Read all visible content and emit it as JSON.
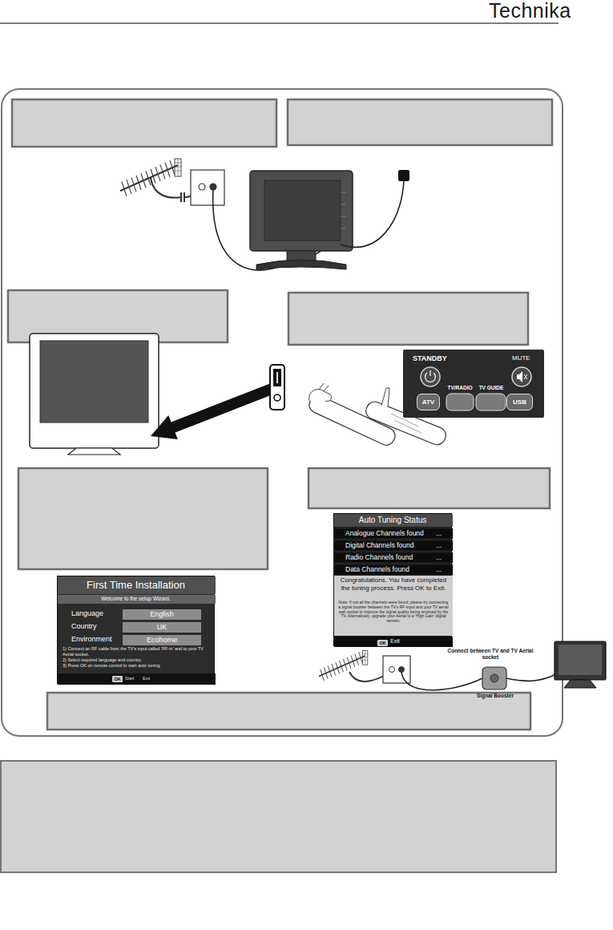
{
  "diagram": {
    "nodes": [
      {
        "text": [
          "STANDBY",
          "MUTE",
          "TV/RADIO",
          "TV GUIDE"
        ]
      },
      {
        "text": [
          "ATV"
        ],
        "in": 0
      },
      {
        "text": [
          "USB"
        ],
        "in": 0
      },
      {
        "text": [
          "First Time Installation",
          "Welcome to the setup Wizard.",
          "Language",
          "Country",
          "Environment",
          "1) Connect an RF cable from the TV's input called 'RF-in' and to your TV Aerial socket.",
          "2) Select required language and country.",
          "3) Press OK on remote control to start auto tuning.",
          "Start",
          "Exit"
        ]
      },
      {
        "text": [
          "English"
        ],
        "in": 3
      },
      {
        "text": [
          "UK"
        ],
        "in": 3
      },
      {
        "text": [
          "Ecohome"
        ],
        "in": 3
      },
      {
        "text": [
          "OK"
        ],
        "in": 3
      },
      {
        "text": [
          "Auto Tuning Status",
          "Analogue Channels found",
          "...",
          "Digital Channels found",
          "...",
          "Radio Channels found",
          "...",
          "Data Channels found",
          "...",
          "Congratulations. You have completed the tuning process. Press OK to Exit.",
          "Note: If not all the channels were found, please try connecting a signal booster between the TV's RF input and your TV aerial wall socket to improve the signal quality being received by the TV. Alternatively, upgrade your Aerial to a 'High Gain' digital version.",
          "Exit"
        ]
      },
      {
        "text": [
          "OK"
        ],
        "in": 8
      }
    ],
    "labels": [
      "Technika",
      "Connect between TV and TV Aerial socket",
      "Signal Booster"
    ]
  }
}
